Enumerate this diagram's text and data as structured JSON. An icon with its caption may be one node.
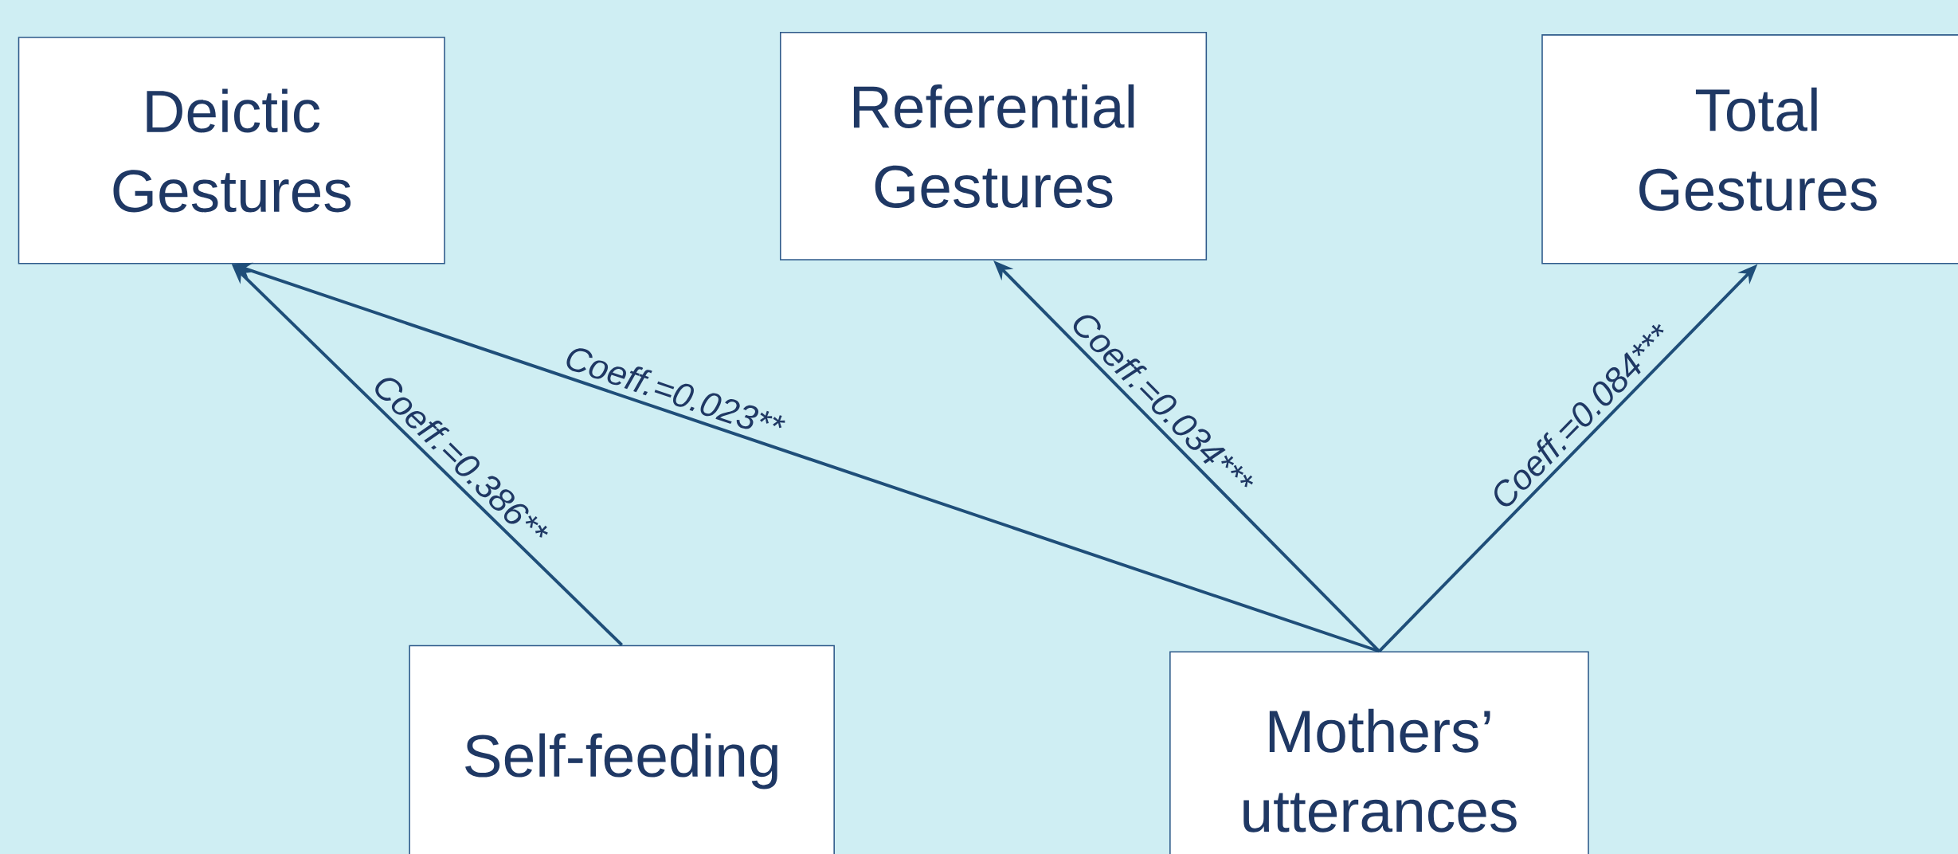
{
  "diagram": {
    "nodes": [
      {
        "text": [
          "Deictic Gestures"
        ]
      },
      {
        "text": [
          "Referential Gestures"
        ]
      },
      {
        "text": [
          "Total Gestures"
        ]
      },
      {
        "text": [
          "Self-feeding"
        ]
      },
      {
        "text": [
          "Mothers’ utterances"
        ]
      }
    ],
    "edges": [
      {
        "from": 3,
        "to": 0,
        "arrow": "to",
        "label": "Coeff.=0.386**"
      },
      {
        "from": 4,
        "to": 0,
        "arrow": "to",
        "label": "Coeff.=0.023**"
      },
      {
        "from": 4,
        "to": 1,
        "arrow": "to",
        "label": "Coeff.=0.034***"
      },
      {
        "from": 4,
        "to": 2,
        "arrow": "to",
        "label": "Coeff.=0.084***"
      }
    ]
  }
}
